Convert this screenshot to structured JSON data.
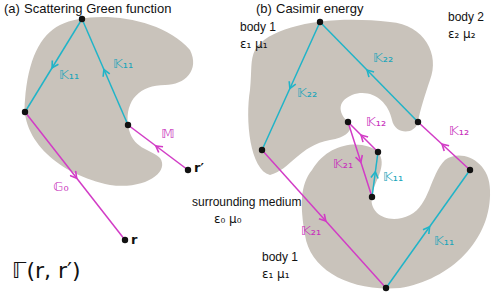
{
  "diagram": {
    "labels": [
      "(a)",
      "Scattering Green function",
      "(b)",
      "Casimir energy",
      "body 1",
      "ε₁ μ₁",
      "𝕂₁₁",
      "𝕂₁₁",
      "𝕄",
      "r′",
      "𝔾₀",
      "surrounding medium",
      "ε₀ μ₀",
      "r",
      "ℾ(r, r′)",
      "body 2",
      "ε₂ μ₂",
      "𝕂₂₂",
      "𝕂₂₂",
      "𝕂₁₂",
      "𝕂₁₂",
      "𝕂₂₁",
      "𝕂₁₁",
      "𝕂₂₁",
      "𝕂₁₁",
      "body 1",
      "ε₁ μ₁"
    ]
  }
}
